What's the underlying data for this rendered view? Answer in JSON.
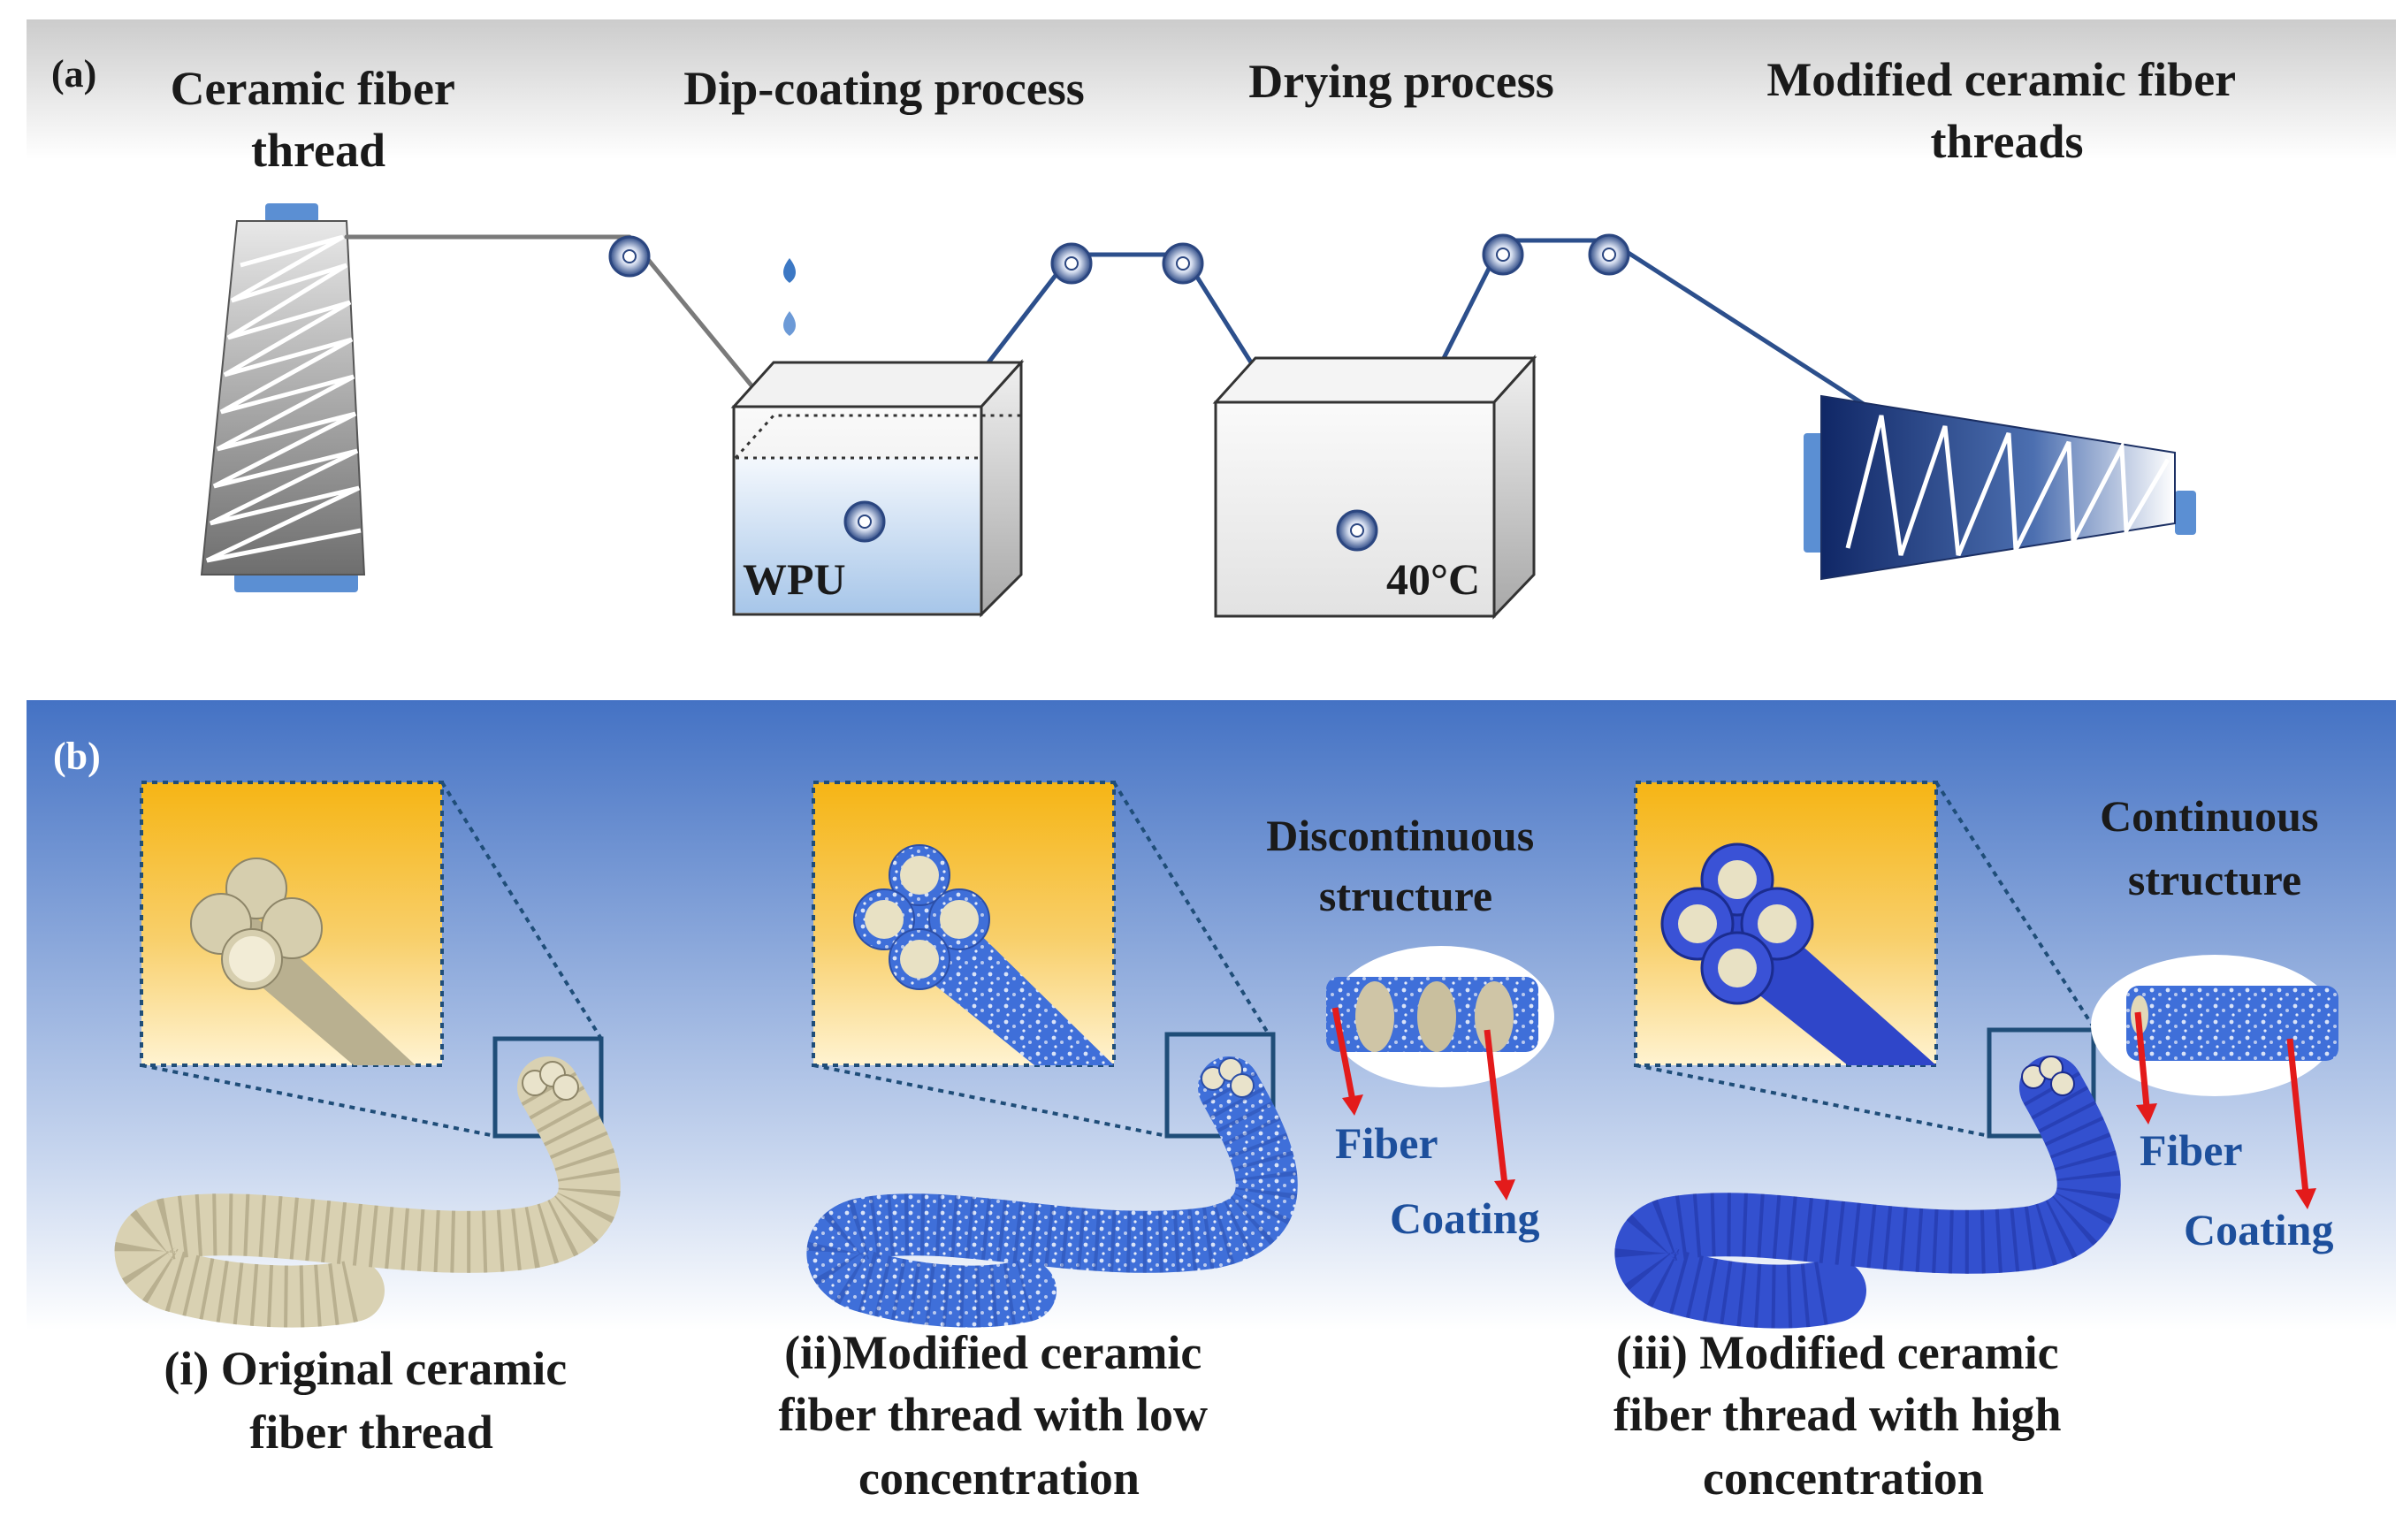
{
  "panel_a": {
    "tag": "(a)",
    "steps": {
      "spool_label": [
        "Ceramic fiber",
        "thread"
      ],
      "dip_label": "Dip-coating process",
      "dry_label": "Drying process",
      "out_label": [
        "Modified ceramic fiber",
        "threads"
      ]
    },
    "bath_label": "WPU",
    "oven_label": "40°C"
  },
  "panel_b": {
    "tag": "(b)",
    "captions": {
      "c1": [
        "(i) Original ceramic",
        "fiber thread"
      ],
      "c2": [
        "(ii)Modified ceramic",
        "fiber thread with low",
        "concentration"
      ],
      "c3": [
        "(iii) Modified ceramic",
        "fiber thread with high",
        "concentration"
      ]
    },
    "discontinuous": [
      "Discontinuous",
      "structure"
    ],
    "continuous": [
      "Continuous",
      "structure"
    ],
    "fiber_label": "Fiber",
    "coating_label": "Coating"
  },
  "colors": {
    "thread_blue": "#2c4f8c",
    "coating_blue": "#3355cc",
    "fiber_beige": "#d9d1b2",
    "inset_gold": "#f6bb1c"
  }
}
